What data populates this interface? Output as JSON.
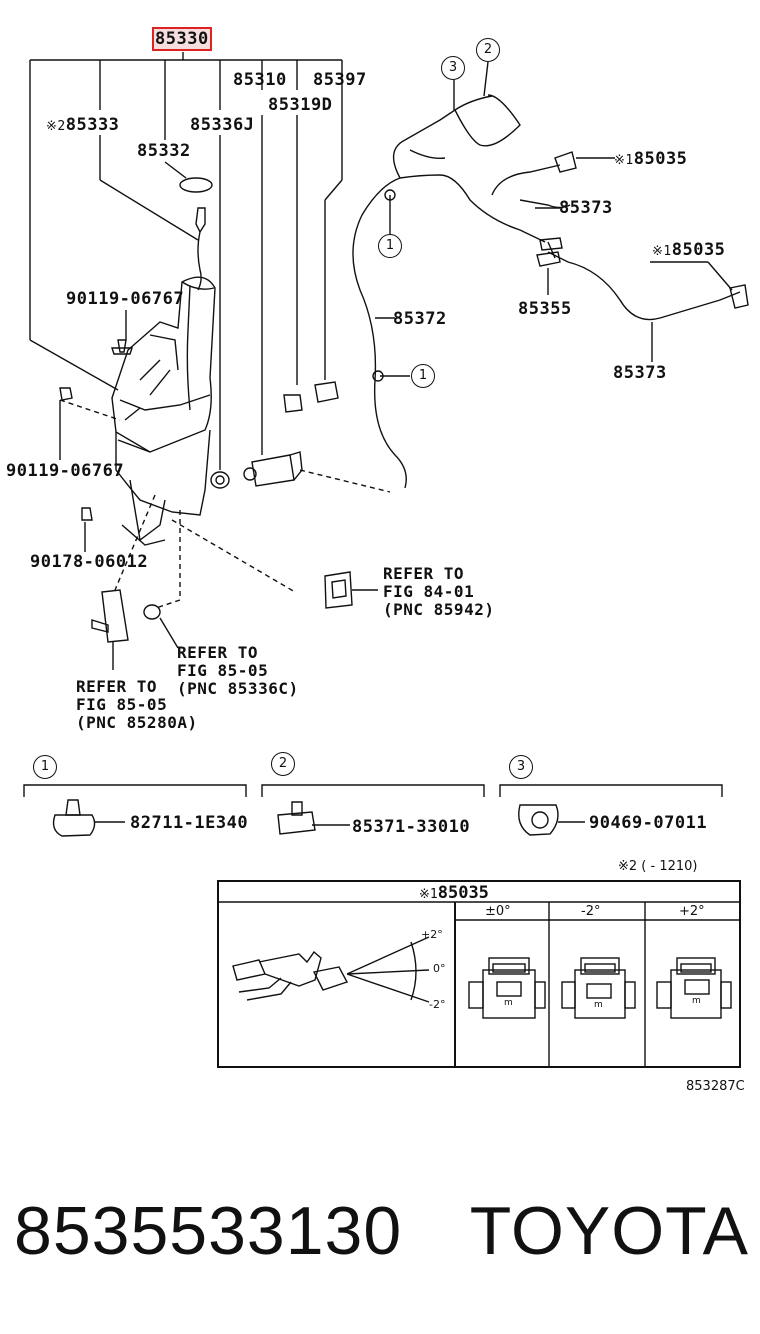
{
  "parts": {
    "p85330": "85330",
    "p85333": "85333",
    "p85333_mark": "※2",
    "p85332": "85332",
    "p85336J": "85336J",
    "p85310": "85310",
    "p85397": "85397",
    "p85319D": "85319D",
    "p90119_top": "90119-06767",
    "p90119_left": "90119-06767",
    "p90178": "90178-06012",
    "p85372": "85372",
    "p85035_top": "85035",
    "p85035_top_mark": "※1",
    "p85373_top": "85373",
    "p85035_right": "85035",
    "p85035_right_mark": "※1",
    "p85355": "85355",
    "p85373_bottom": "85373"
  },
  "refers": {
    "r1": [
      "REFER TO",
      "FIG 84-01",
      "(PNC 85942)"
    ],
    "r2": [
      "REFER TO",
      "FIG 85-05",
      "(PNC 85336C)"
    ],
    "r3": [
      "REFER TO",
      "FIG 85-05",
      "(PNC 85280A)"
    ]
  },
  "callouts": {
    "c1": "1",
    "c2": "2",
    "c3": "3"
  },
  "legend": {
    "l1_num": "1",
    "l1_part": "82711-1E340",
    "l2_num": "2",
    "l2_part": "85371-33010",
    "l3_num": "3",
    "l3_part": "90469-07011"
  },
  "note": "※2 (    - 1210)",
  "table": {
    "title_mark": "※1",
    "title": "85035",
    "cols": [
      "±0°",
      "-2°",
      "+2°"
    ],
    "angles": [
      "+2°",
      "0°",
      "-2°"
    ],
    "connector_mark": "m"
  },
  "figure_code": "853287C",
  "footer": {
    "part_number": "8535533130",
    "brand": "TOYOTA"
  }
}
